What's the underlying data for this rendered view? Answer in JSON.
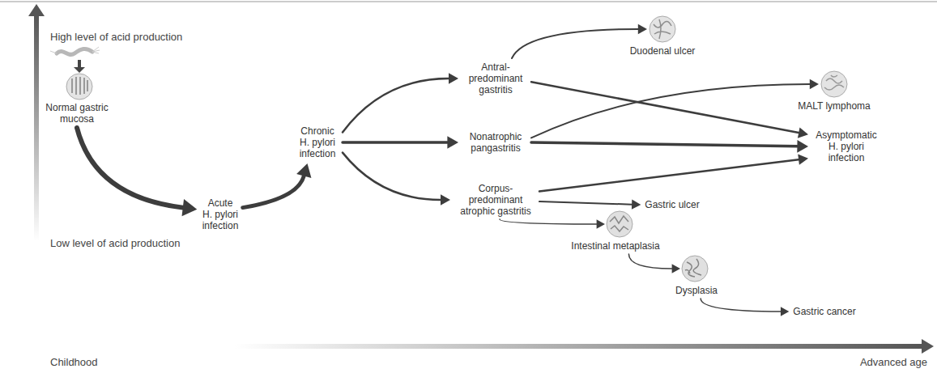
{
  "diagram": {
    "nodes": [
      {
        "text": [
          "Normal gastric mucosa"
        ]
      },
      {
        "text": [
          "Acute H. pylori infection"
        ]
      },
      {
        "text": [
          "Chronic H. pylori infection"
        ]
      },
      {
        "text": [
          "Antral-predominant gastritis"
        ]
      },
      {
        "text": [
          "Nonatrophic pangastritis"
        ]
      },
      {
        "text": [
          "Corpus-predominant atrophic gastritis"
        ]
      },
      {
        "text": [
          "Duodenal ulcer"
        ]
      },
      {
        "text": [
          "MALT lymphoma"
        ]
      },
      {
        "text": [
          "Asymptomatic H. pylori infection"
        ]
      },
      {
        "text": [
          "Gastric ulcer"
        ]
      },
      {
        "text": [
          "Intestinal metaplasia"
        ]
      },
      {
        "text": [
          "Dysplasia"
        ]
      },
      {
        "text": [
          "Gastric cancer"
        ]
      }
    ],
    "edges": [
      {
        "from": 0,
        "to": 1,
        "arrow": "to"
      },
      {
        "from": 1,
        "to": 2,
        "arrow": "to"
      },
      {
        "from": 2,
        "to": 3,
        "arrow": "to"
      },
      {
        "from": 2,
        "to": 4,
        "arrow": "to"
      },
      {
        "from": 2,
        "to": 5,
        "arrow": "to"
      },
      {
        "from": 3,
        "to": 6,
        "arrow": "to"
      },
      {
        "from": 3,
        "to": 8,
        "arrow": "to"
      },
      {
        "from": 4,
        "to": 7,
        "arrow": "to"
      },
      {
        "from": 4,
        "to": 8,
        "arrow": "to"
      },
      {
        "from": 5,
        "to": 8,
        "arrow": "to"
      },
      {
        "from": 5,
        "to": 9,
        "arrow": "to"
      },
      {
        "from": 5,
        "to": 10,
        "arrow": "to"
      },
      {
        "from": 10,
        "to": 11,
        "arrow": "to"
      },
      {
        "from": 11,
        "to": 12,
        "arrow": "to"
      }
    ],
    "labels": [
      "High level of acid production",
      "Low level of acid production",
      "Childhood",
      "Advanced age"
    ]
  }
}
